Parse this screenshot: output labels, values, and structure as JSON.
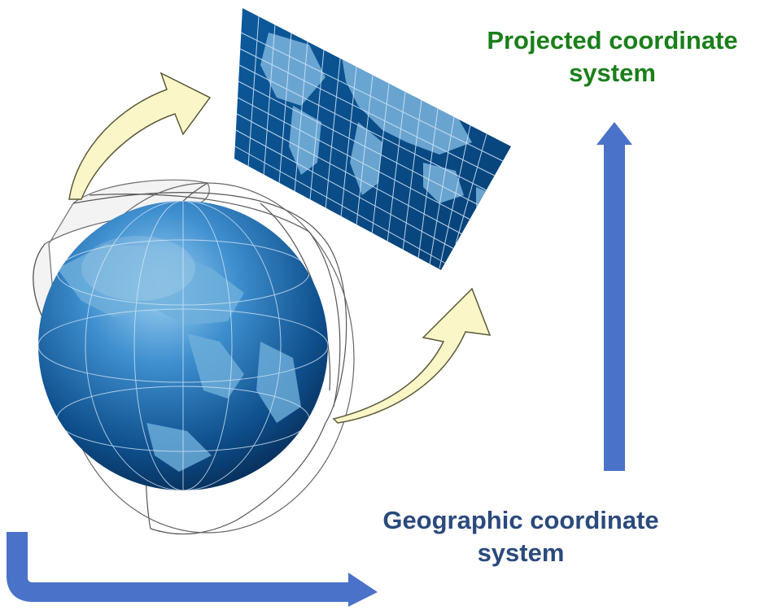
{
  "projected_label": {
    "line1": "Projected coordinate",
    "line2": "system",
    "color": "#1a7f1a"
  },
  "geographic_label": {
    "line1": "Geographic coordinate",
    "line2": "system",
    "color": "#2b4a7c"
  },
  "colors": {
    "blue_arrow": "#4a72c9",
    "curved_arrow_fill": "#fbf6c8",
    "map_blue": "#0b4f8c",
    "land": "#7bb4dd",
    "globe_deep": "#0a3565",
    "globe_light": "#5aa6dc"
  },
  "icons": {
    "globe": "globe-icon",
    "flat_map": "world-map-icon",
    "vertical_arrow": "arrow-up-icon",
    "bent_arrow": "arrow-right-icon"
  }
}
